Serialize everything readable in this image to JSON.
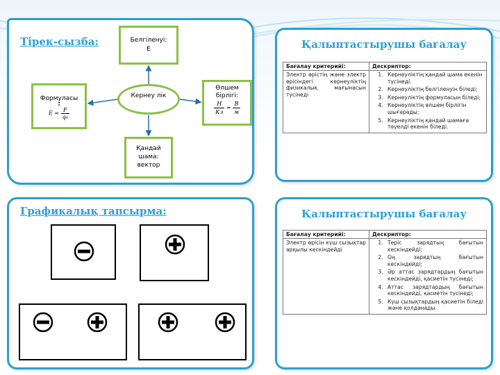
{
  "definition_map": {
    "title": "Тірек-сызба:",
    "center": "Кернеу лік",
    "definition": {
      "label": "Белгіленуі:",
      "symbol": "E"
    },
    "formula": {
      "label": "Формуласы",
      "colon": ":",
      "lhs": "E",
      "eq": "=",
      "numerator": "F",
      "denominator": "q₀"
    },
    "unit": {
      "label": "Өлшем бірлігі:",
      "n1": "Н",
      "d1": "Кл",
      "eq": "=",
      "n2": "В",
      "d2": "м"
    },
    "type": "Қандай шама: вектор"
  },
  "assessment1": {
    "title": "Қалыптастырушы бағалау",
    "header_criteria": "Бағалау критерийі:",
    "header_descriptor": "Дескриптор:",
    "criteria": "Электр өрістің және электр өрісіндегі кернеуліктің физикалық мағынасын түсінеді",
    "descriptors": [
      "Кернеуліктің қандай шама екенін түсінеді.",
      "Кернеуліктің белгіленуін біледі;",
      "Кернеуліктің формуласын біледі;",
      "Кернеуліктің өлшем бірлігін шығарады;",
      "Кернеуліктің қандай шамаға тәуелді екенін біледі."
    ]
  },
  "graphic_task": {
    "title": "Графикалық тапсырма:",
    "boxes": [
      {
        "charges": [
          "minus"
        ]
      },
      {
        "charges": [
          "plus"
        ]
      },
      {
        "charges": [
          "minus",
          "plus"
        ]
      },
      {
        "charges": [
          "plus",
          "plus"
        ]
      }
    ]
  },
  "assessment2": {
    "title": "Қалыптастырушы бағалау",
    "header_criteria": "Бағалау критерийі:",
    "header_descriptor": "Дескриптор:",
    "criteria": "Электр өрісін күш сызықтар арқылы кескіндейді",
    "descriptors": [
      "Теріс зарядтың бағытын кескіндейді;",
      "Оң зарядтың бағытын кескіндейді;",
      "Әр аттас зарядтардың бағытын кескіндейді, қасиетін түсінеді;",
      "Аттас зарядтардың бағытын кескіндейді, қасиетін түсінеді;",
      "Күш сызықтардың қасиетін біледі және қолданады."
    ]
  },
  "colors": {
    "accent": "#2aa0cc",
    "title": "#2b9fd6",
    "box_border": "#8cbf4a",
    "arrow": "#2a6ea8"
  }
}
